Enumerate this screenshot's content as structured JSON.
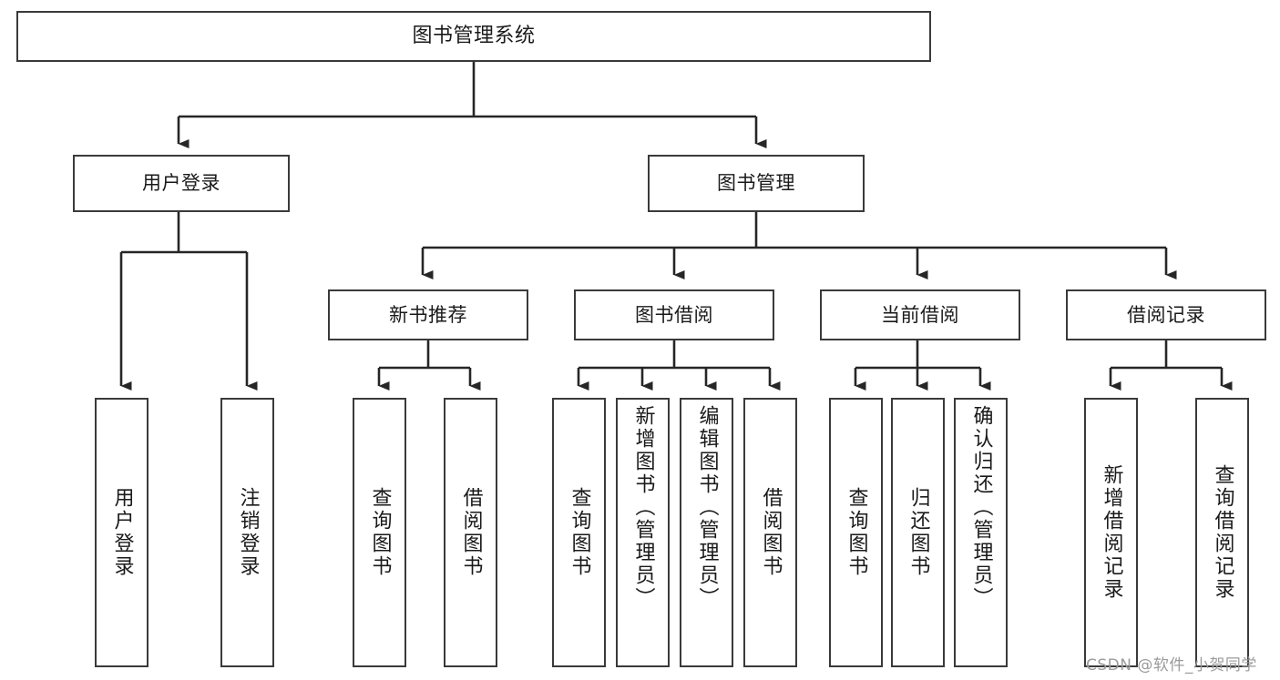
{
  "diagram": {
    "title": "图书管理系统",
    "type": "tree-hierarchy-diagram",
    "colors": {
      "box_border": "#3a3a3a",
      "box_fill": "#ffffff",
      "connector": "#262626",
      "text": "#1a1a1a",
      "watermark": "#9b9b9b"
    },
    "root": {
      "label": "图书管理系统"
    },
    "level2": [
      {
        "label": "用户登录"
      },
      {
        "label": "图书管理"
      }
    ],
    "level3": [
      {
        "label": "新书推荐"
      },
      {
        "label": "图书借阅"
      },
      {
        "label": "当前借阅"
      },
      {
        "label": "借阅记录"
      }
    ],
    "leaves": {
      "user_login": [
        {
          "label": "用户登录"
        },
        {
          "label": "注销登录"
        }
      ],
      "new_book_recommend": [
        {
          "label": "查询图书"
        },
        {
          "label": "借阅图书"
        }
      ],
      "book_borrow": [
        {
          "label": "查询图书"
        },
        {
          "label": "新增图书（管理员）"
        },
        {
          "label": "编辑图书（管理员）"
        },
        {
          "label": "借阅图书"
        }
      ],
      "current_borrow": [
        {
          "label": "查询图书"
        },
        {
          "label": "归还图书"
        },
        {
          "label": "确认归还（管理员）"
        }
      ],
      "borrow_record": [
        {
          "label": "新增借阅记录"
        },
        {
          "label": "查询借阅记录"
        }
      ]
    }
  },
  "watermark": {
    "text": "CSDN @软件_小贺同学"
  }
}
